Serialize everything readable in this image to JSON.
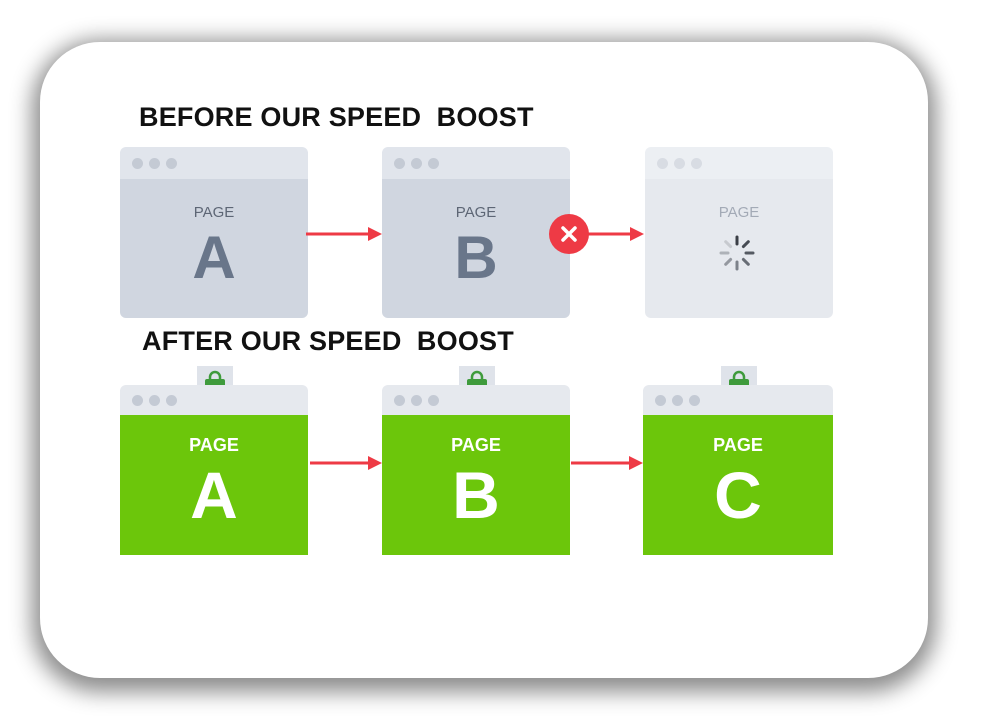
{
  "before": {
    "heading": "BEFORE OUR SPEED  BOOST",
    "pages": [
      {
        "small": "PAGE",
        "big": "A"
      },
      {
        "small": "PAGE",
        "big": "B"
      },
      {
        "small": "PAGE",
        "big": ""
      }
    ]
  },
  "after": {
    "heading": "AFTER OUR SPEED  BOOST",
    "pages": [
      {
        "small": "PAGE",
        "big": "A"
      },
      {
        "small": "PAGE",
        "big": "B"
      },
      {
        "small": "PAGE",
        "big": "C"
      }
    ]
  },
  "colors": {
    "arrow": "#ee3a45",
    "green": "#6cc60b",
    "gray_body": "#d0d6e0",
    "gray_bar": "#e1e5ec",
    "dot": "#c4cad4",
    "error": "#ee3a45"
  },
  "icons": {
    "error": "close-icon",
    "loading": "loading-spinner-icon",
    "shop": "shopping-bag-icon"
  }
}
